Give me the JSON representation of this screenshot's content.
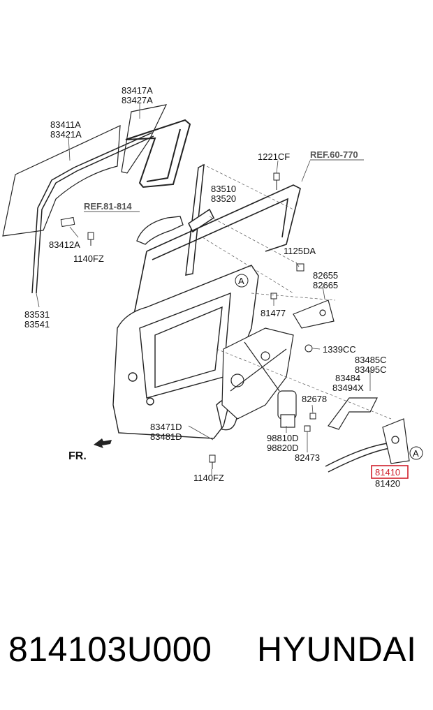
{
  "labels": {
    "glass_a": "83411A",
    "glass_b": "83421A",
    "qglass_a": "83417A",
    "qglass_b": "83427A",
    "clip_a": "83412A",
    "bolt_1140fz_a": "1140FZ",
    "channel_a": "83531",
    "channel_b": "83541",
    "ref_handle": "REF.81-814",
    "ref_door": "REF.60-770",
    "bolt_1221cf": "1221CF",
    "run_a": "83510",
    "run_b": "83520",
    "bolt_1125da": "1125DA",
    "hinge_a": "82655",
    "hinge_b": "82665",
    "bolt_81477": "81477",
    "callout_a1": "A",
    "callout_a2": "A",
    "bolt_1339cc": "1339CC",
    "rod_a": "83485C",
    "rod_b": "83495C",
    "cable_a": "83484",
    "cable_b": "83494X",
    "screw_82678": "82678",
    "motor_a": "98810D",
    "motor_b": "98820D",
    "bolt_82473": "82473",
    "reg_a": "83471D",
    "reg_b": "83481D",
    "latch_highlight": "81410",
    "latch_b": "81420",
    "bolt_1140fz_b": "1140FZ",
    "fr": "FR."
  },
  "colors": {
    "highlight": "#d01f2b",
    "line": "#222222"
  },
  "caption": {
    "part_number": "814103U000",
    "brand": "HYUNDAI"
  }
}
